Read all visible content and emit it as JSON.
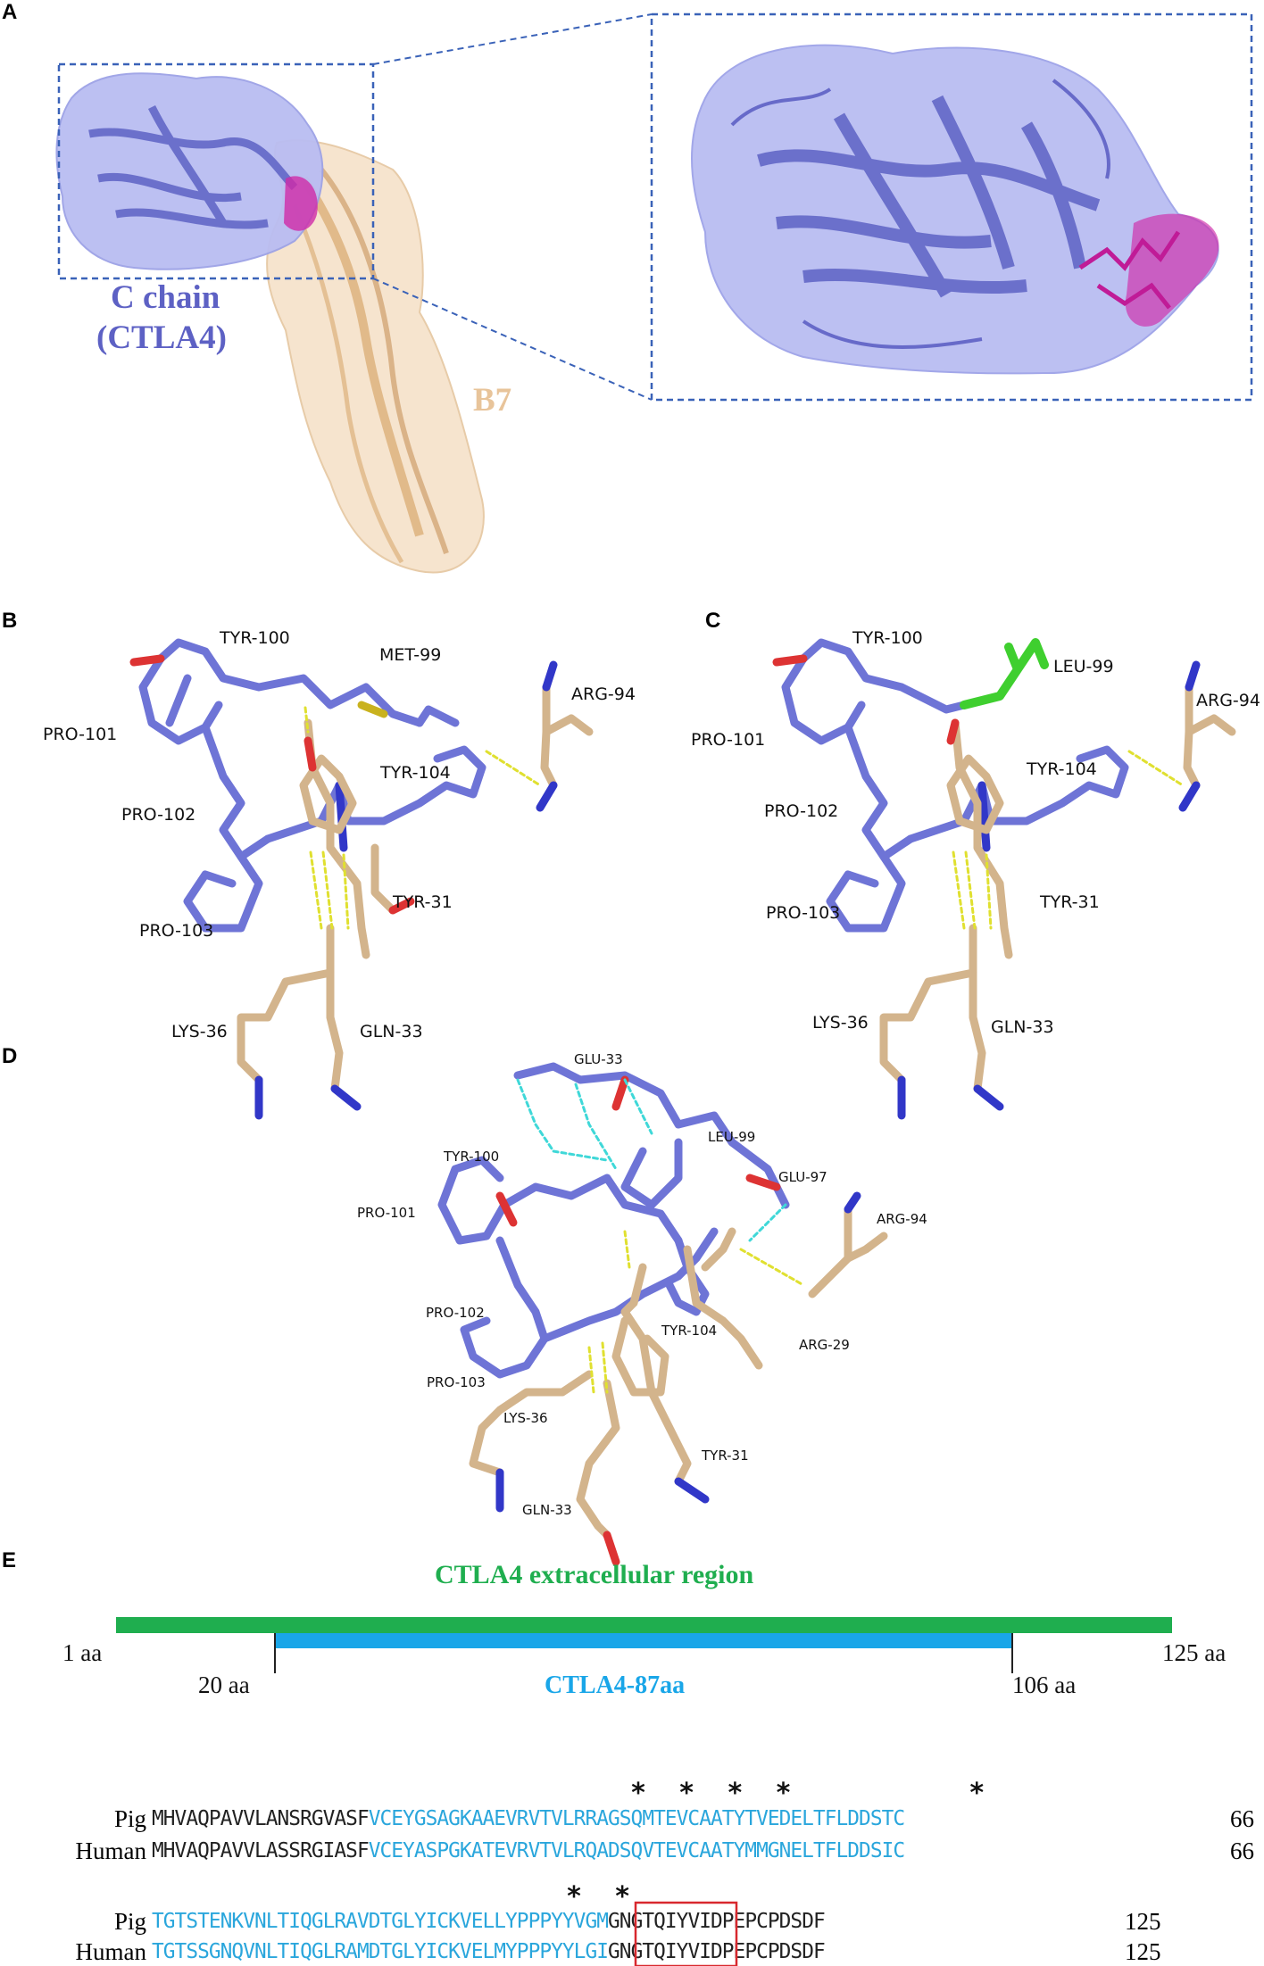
{
  "panels": {
    "a": "A",
    "b": "B",
    "c": "C",
    "d": "D",
    "e": "E"
  },
  "panel_a": {
    "chain_label_line1": "C chain",
    "chain_label_line2": "(CTLA4)",
    "partner_label": "B7",
    "colors": {
      "ctla4": "#6b6fd1",
      "ctla4_surface": "#b9bdf2",
      "b7": "#e8c49a",
      "b7_surface": "#f6e3cc",
      "interface": "#d02aa8",
      "box": "#3a62b8"
    }
  },
  "panel_b": {
    "residues": [
      "TYR-100",
      "MET-99",
      "ARG-94",
      "PRO-101",
      "TYR-104",
      "PRO-102",
      "TYR-31",
      "PRO-103",
      "LYS-36",
      "GLN-33"
    ]
  },
  "panel_c": {
    "residues": [
      "TYR-100",
      "LEU-99",
      "ARG-94",
      "PRO-101",
      "TYR-104",
      "PRO-102",
      "TYR-31",
      "PRO-103",
      "LYS-36",
      "GLN-33"
    ]
  },
  "panel_d": {
    "residues": [
      "GLU-33",
      "TYR-100",
      "LEU-99",
      "GLU-97",
      "PRO-101",
      "ARG-94",
      "PRO-102",
      "TYR-104",
      "ARG-29",
      "PRO-103",
      "LYS-36",
      "TYR-31",
      "GLN-33"
    ]
  },
  "panel_e": {
    "title": "CTLA4 extracellular region",
    "start_label": "1 aa",
    "end_label": "125 aa",
    "sub_start_label": "20 aa",
    "sub_end_label": "106 aa",
    "sub_label": "CTLA4-87aa",
    "colors": {
      "full": "#1fae4f",
      "sub": "#19a6e8",
      "highlight_box": "#d8282e"
    },
    "alignment": [
      {
        "stars": "*  *  *  *           *",
        "rows": [
          {
            "name": "Pig",
            "black": "MHVAQPAVVLANSRGVASF",
            "cyan": "VCEYGSAGKAAEVRVTVLRRAGSQMTEVCAATYTVEDELTFLDDSTC",
            "tail": "",
            "num": "66"
          },
          {
            "name": "Human",
            "black": "MHVAQPAVVLASSRGIASF",
            "cyan": "VCEYASPGKATEVRVTVLRQADSQVTEVCAATYMMGNELTFLDDSIC",
            "tail": "",
            "num": "66"
          }
        ]
      },
      {
        "stars": "*  *",
        "rows": [
          {
            "name": "Pig",
            "cyan_pre": "TGTSTENKVNLTIQGLRAVDTGLYICKVEL",
            "boxed": "LYPPPY",
            "cyan_post": "YVGM",
            "tail": "GNGTQIYVIDPEPCPDSDF",
            "num": "125"
          },
          {
            "name": "Human",
            "cyan_pre": "TGTSSGNQVNLTIQGLRAMDTGLYICKVEL",
            "boxed": "MYPPPY",
            "cyan_post": "YLGI",
            "tail": "GNGTQIYVIDPEPCPDSDF",
            "num": "125"
          }
        ]
      }
    ]
  }
}
